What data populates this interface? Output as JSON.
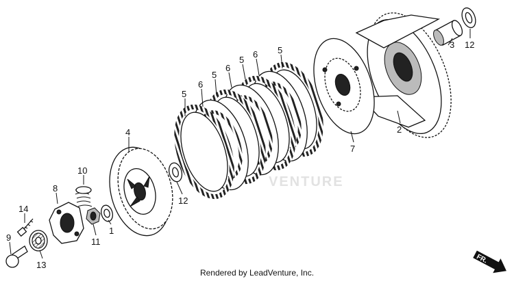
{
  "callouts": {
    "c1": "1",
    "c2": "2",
    "c3": "3",
    "c4": "4",
    "c5a": "5",
    "c5b": "5",
    "c5c": "5",
    "c5d": "5",
    "c6a": "6",
    "c6b": "6",
    "c6c": "6",
    "c7": "7",
    "c8": "8",
    "c9": "9",
    "c10": "10",
    "c11": "11",
    "c12a": "12",
    "c12b": "12",
    "c13": "13",
    "c14": "14"
  },
  "watermark": "VENTURE",
  "direction_label": "FR.",
  "footer": "Rendered by LeadVenture, Inc."
}
